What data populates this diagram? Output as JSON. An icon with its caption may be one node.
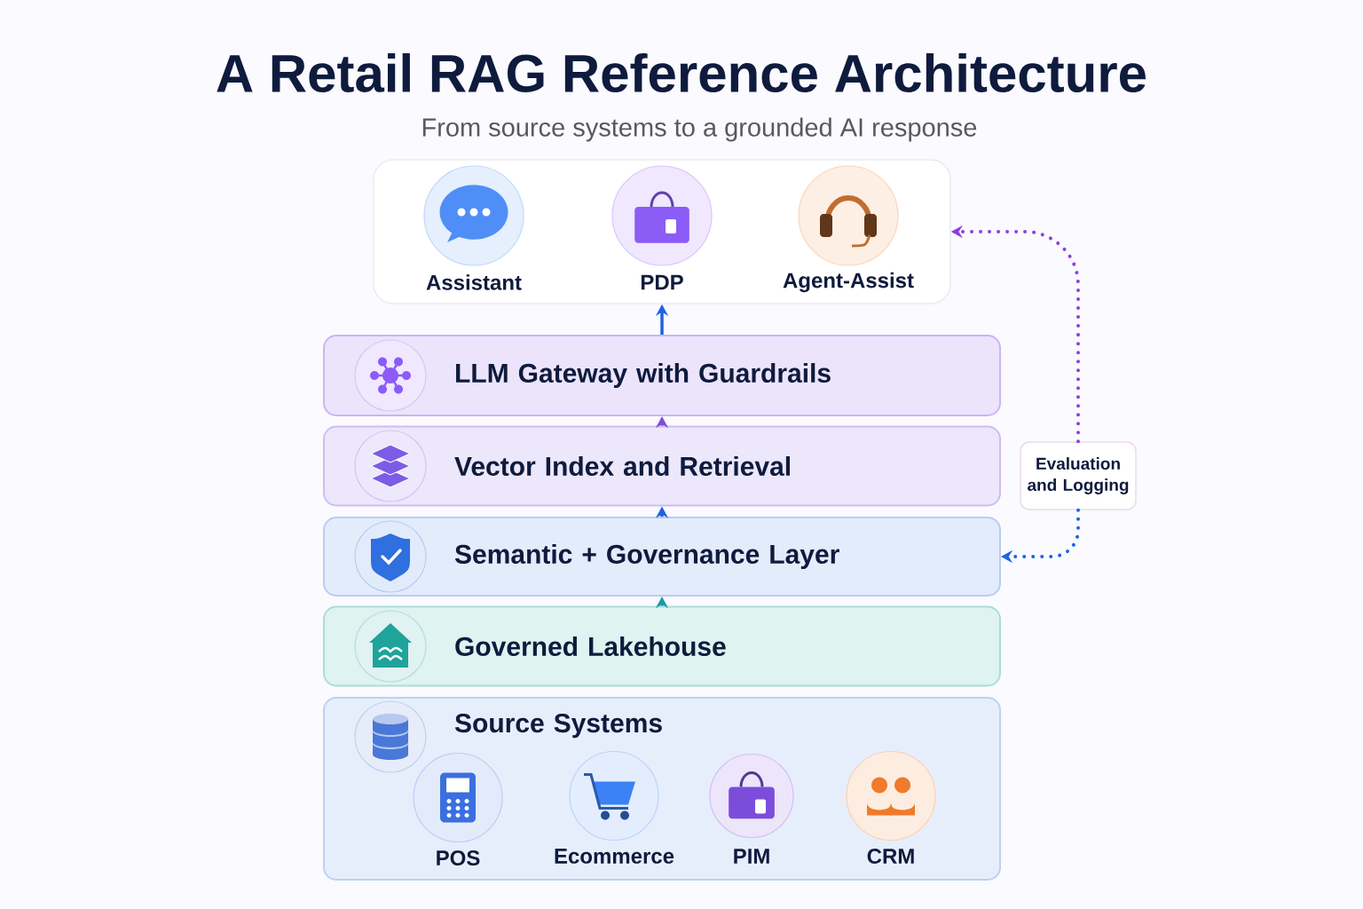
{
  "diagram": {
    "title": "A Retail RAG Reference Architecture",
    "nodes": [
      {
        "text": [],
        "shape": "box"
      },
      {
        "text": [
          "Assistant"
        ],
        "in": 0
      },
      {
        "text": [
          "PDP"
        ],
        "in": 0
      },
      {
        "text": [
          "Agent-Assist"
        ],
        "in": 0
      },
      {
        "text": [
          "LLM Gateway with Guardrails"
        ]
      },
      {
        "text": [
          "Vector Index and Retrieval"
        ]
      },
      {
        "text": [
          "Semantic + Governance Layer"
        ]
      },
      {
        "text": [
          "Governed Lakehouse"
        ]
      },
      {
        "text": [
          "Source Systems"
        ]
      },
      {
        "text": [
          "POS"
        ],
        "in": 8
      },
      {
        "text": [
          "Ecommerce"
        ],
        "in": 8
      },
      {
        "text": [
          "PIM"
        ],
        "in": 8
      },
      {
        "text": [
          "CRM"
        ],
        "in": 8
      },
      {
        "text": [
          "Evaluation and Logging"
        ]
      }
    ],
    "edges": [
      {
        "from": 7,
        "to": 6,
        "arrow": "to",
        "color": "#1a9aa8"
      },
      {
        "from": 6,
        "to": 5,
        "arrow": "to"
      },
      {
        "from": 5,
        "to": 4,
        "arrow": "to",
        "color": "#7c4ddb"
      },
      {
        "from": 4,
        "to": 0,
        "arrow": "to"
      },
      {
        "from": 13,
        "to": 0,
        "arrow": "to",
        "style": "dashed",
        "color": "#8b3fe0"
      },
      {
        "from": 13,
        "to": 6,
        "arrow": "to",
        "style": "dashed"
      }
    ],
    "labels": [
      "From source systems to a grounded AI response"
    ]
  }
}
